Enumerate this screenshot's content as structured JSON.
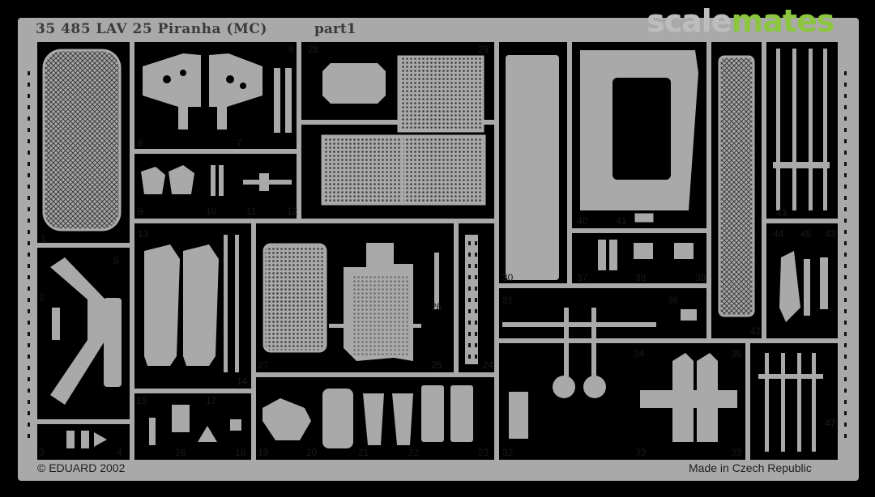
{
  "header": {
    "title": "35 485  LAV 25 Piranha (MC)",
    "part": "part1"
  },
  "watermark": {
    "left": "scale",
    "right": "mates",
    "left_color": "#bdbdbd",
    "right_color": "#8cc63f"
  },
  "footer": {
    "copyright": "© EDUARD 2002",
    "origin": "Made in Czech Republic"
  },
  "colors": {
    "fret": "#a9a9a9",
    "background": "#000000"
  },
  "parts": [
    "1",
    "2",
    "3",
    "4",
    "5",
    "8",
    "7",
    "8",
    "9",
    "10",
    "11",
    "12",
    "13",
    "14",
    "15",
    "16",
    "17",
    "18",
    "19",
    "20",
    "21",
    "22",
    "23",
    "24",
    "25",
    "26",
    "27",
    "28",
    "29",
    "30",
    "31",
    "32",
    "33",
    "33",
    "34",
    "35",
    "36",
    "37",
    "38",
    "39",
    "40",
    "41",
    "42",
    "43",
    "43",
    "44",
    "45",
    "47"
  ]
}
